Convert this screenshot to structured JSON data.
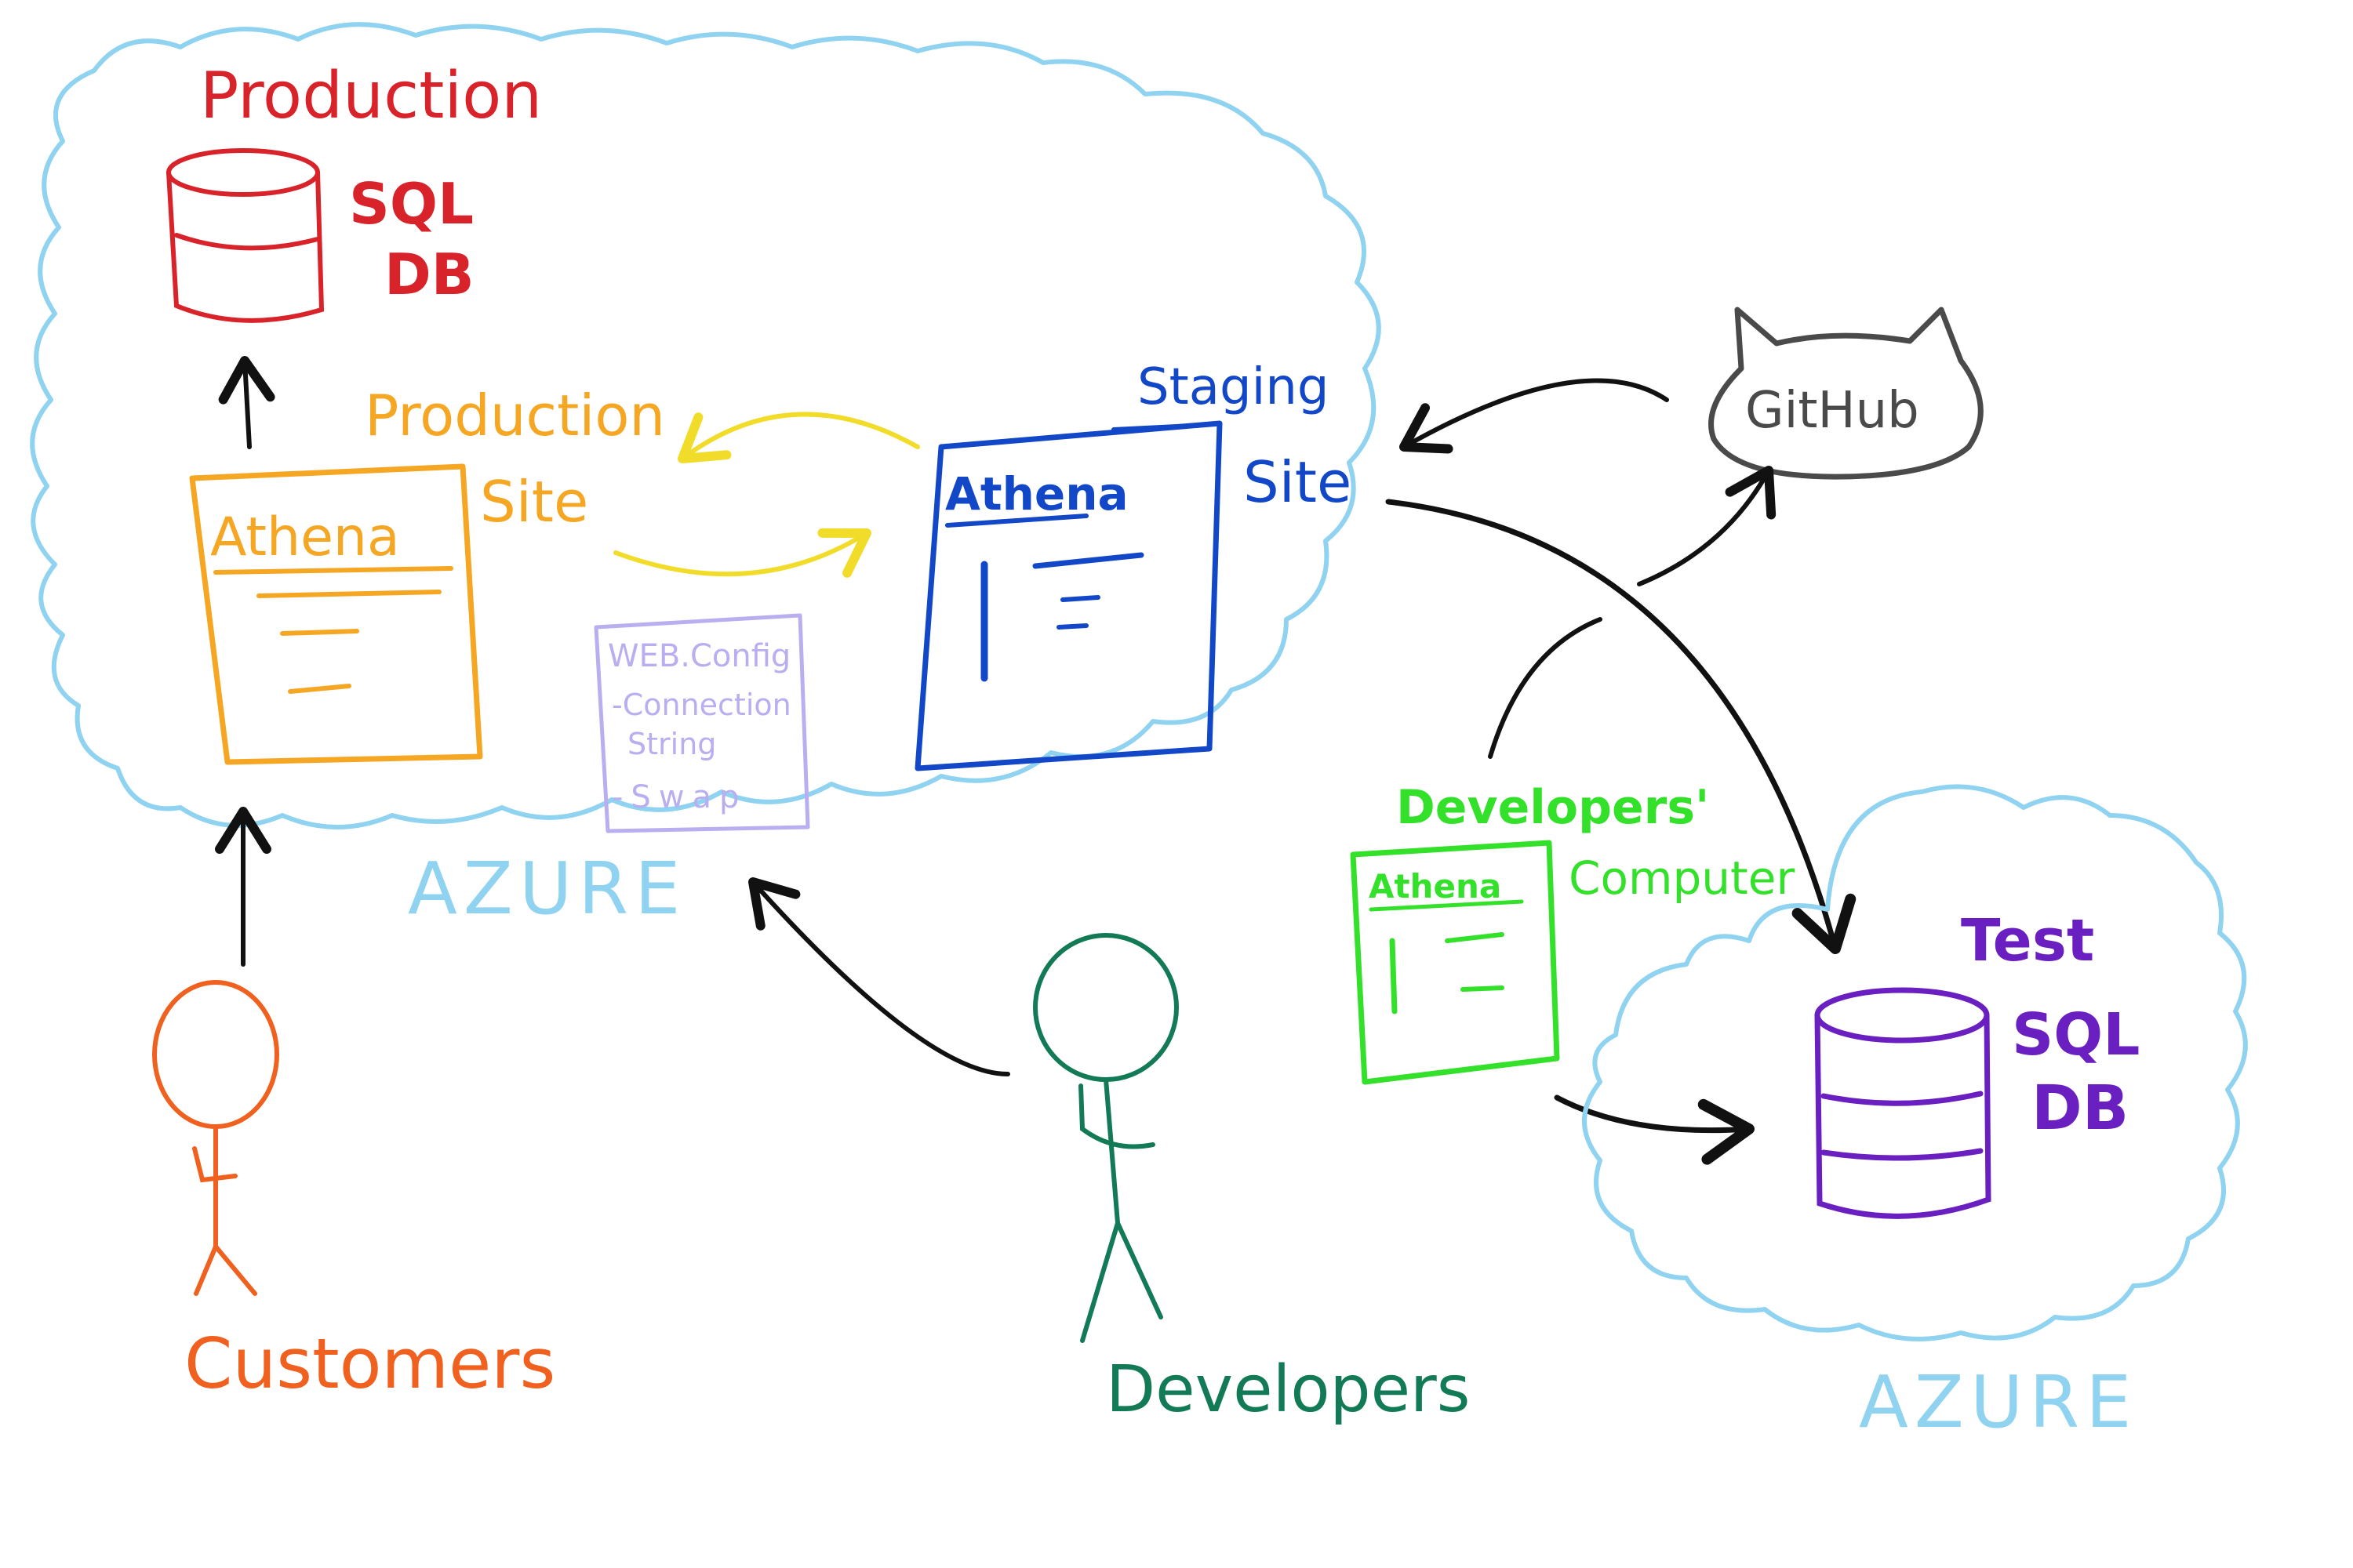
{
  "colors": {
    "azure": "#8fd3f0",
    "production_db": "#d8232a",
    "production_site": "#f5a623",
    "yellow_arrow": "#f2dc2a",
    "staging": "#1248c8",
    "config": "#b9aef0",
    "github": "#4a4a4a",
    "developers_computer": "#33e02a",
    "test_db": "#6a1fc0",
    "customers": "#f0601e",
    "developers": "#127a55",
    "arrow": "#111111"
  },
  "production_cloud": {
    "db_title": "Production",
    "db_label_1": "SQL",
    "db_label_2": "DB",
    "site_title": "Production",
    "site_label": "Site",
    "site_app": "Athena",
    "config_title": "WEB.Config",
    "config_line_1": "-Connection",
    "config_line_2": "String",
    "config_line_3": "-Swap",
    "cloud_label": "AZURE"
  },
  "staging": {
    "title": "Staging",
    "label": "Site",
    "app": "Athena"
  },
  "github": {
    "label": "GitHub"
  },
  "developers_computer": {
    "title": "Developers'",
    "label": "Computer",
    "app": "Athena"
  },
  "test_cloud": {
    "db_title": "Test",
    "db_label_1": "SQL",
    "db_label_2": "DB",
    "cloud_label": "AZURE"
  },
  "people": {
    "customers": "Customers",
    "developers": "Developers"
  }
}
